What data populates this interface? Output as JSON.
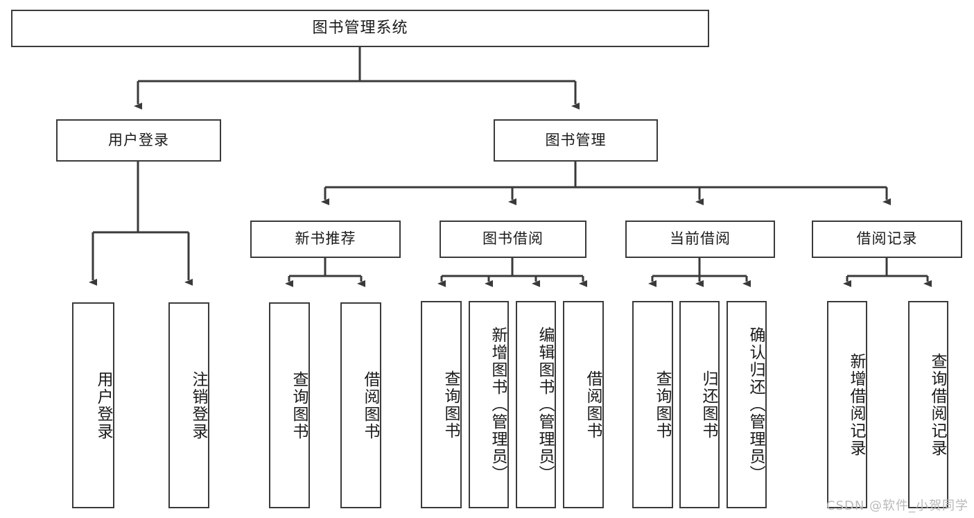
{
  "diagram": {
    "title": "图书管理系统",
    "type": "tree-hierarchy",
    "root": {
      "label": "图书管理系统"
    },
    "level1": [
      {
        "label": "用户登录"
      },
      {
        "label": "图书管理"
      }
    ],
    "level2": [
      {
        "label": "新书推荐"
      },
      {
        "label": "图书借阅"
      },
      {
        "label": "当前借阅"
      },
      {
        "label": "借阅记录"
      }
    ],
    "leaves": {
      "user_login": [
        {
          "label": "用户登录"
        },
        {
          "label": "注销登录"
        }
      ],
      "new_book_recommend": [
        {
          "label": "查询图书"
        },
        {
          "label": "借阅图书"
        }
      ],
      "book_borrow": [
        {
          "label": "查询图书"
        },
        {
          "label": "新增图书（管理员）"
        },
        {
          "label": "编辑图书（管理员）"
        },
        {
          "label": "借阅图书"
        }
      ],
      "current_borrow": [
        {
          "label": "查询图书"
        },
        {
          "label": "归还图书"
        },
        {
          "label": "确认归还（管理员）"
        }
      ],
      "borrow_record": [
        {
          "label": "新增借阅记录"
        },
        {
          "label": "查询借阅记录"
        }
      ]
    }
  },
  "watermark": {
    "text": "CSDN @软件_小贺同学"
  },
  "colors": {
    "stroke": "#3a3a3a",
    "box_fill": "#ffffff",
    "text": "#1a1a1a",
    "watermark": "#b9b9b9"
  }
}
